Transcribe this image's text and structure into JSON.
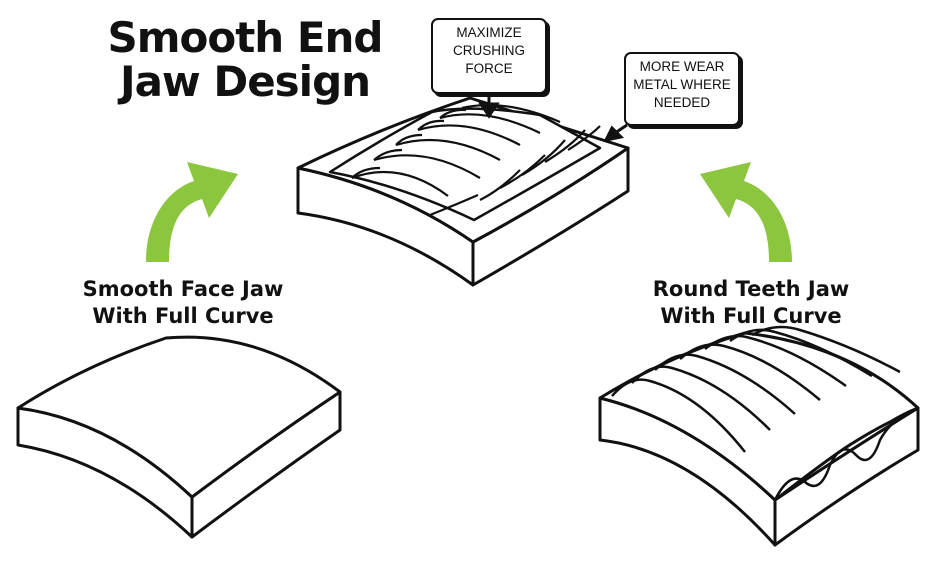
{
  "title": {
    "line1": "Smooth End",
    "line2": "Jaw Design"
  },
  "callouts": {
    "crushing": [
      "MAXIMIZE",
      "CRUSHING",
      "FORCE"
    ],
    "wear": [
      "MORE WEAR",
      "METAL WHERE",
      "NEEDED"
    ]
  },
  "captions": {
    "smooth_face": [
      "Smooth Face Jaw",
      "With Full Curve"
    ],
    "round_teeth": [
      "Round Teeth Jaw",
      "With Full Curve"
    ]
  },
  "colors": {
    "arrow": "#8cc63f",
    "ink": "#111111"
  },
  "icons": {
    "left_arrow": "curved-arrow-up-right",
    "right_arrow": "curved-arrow-up-left"
  }
}
